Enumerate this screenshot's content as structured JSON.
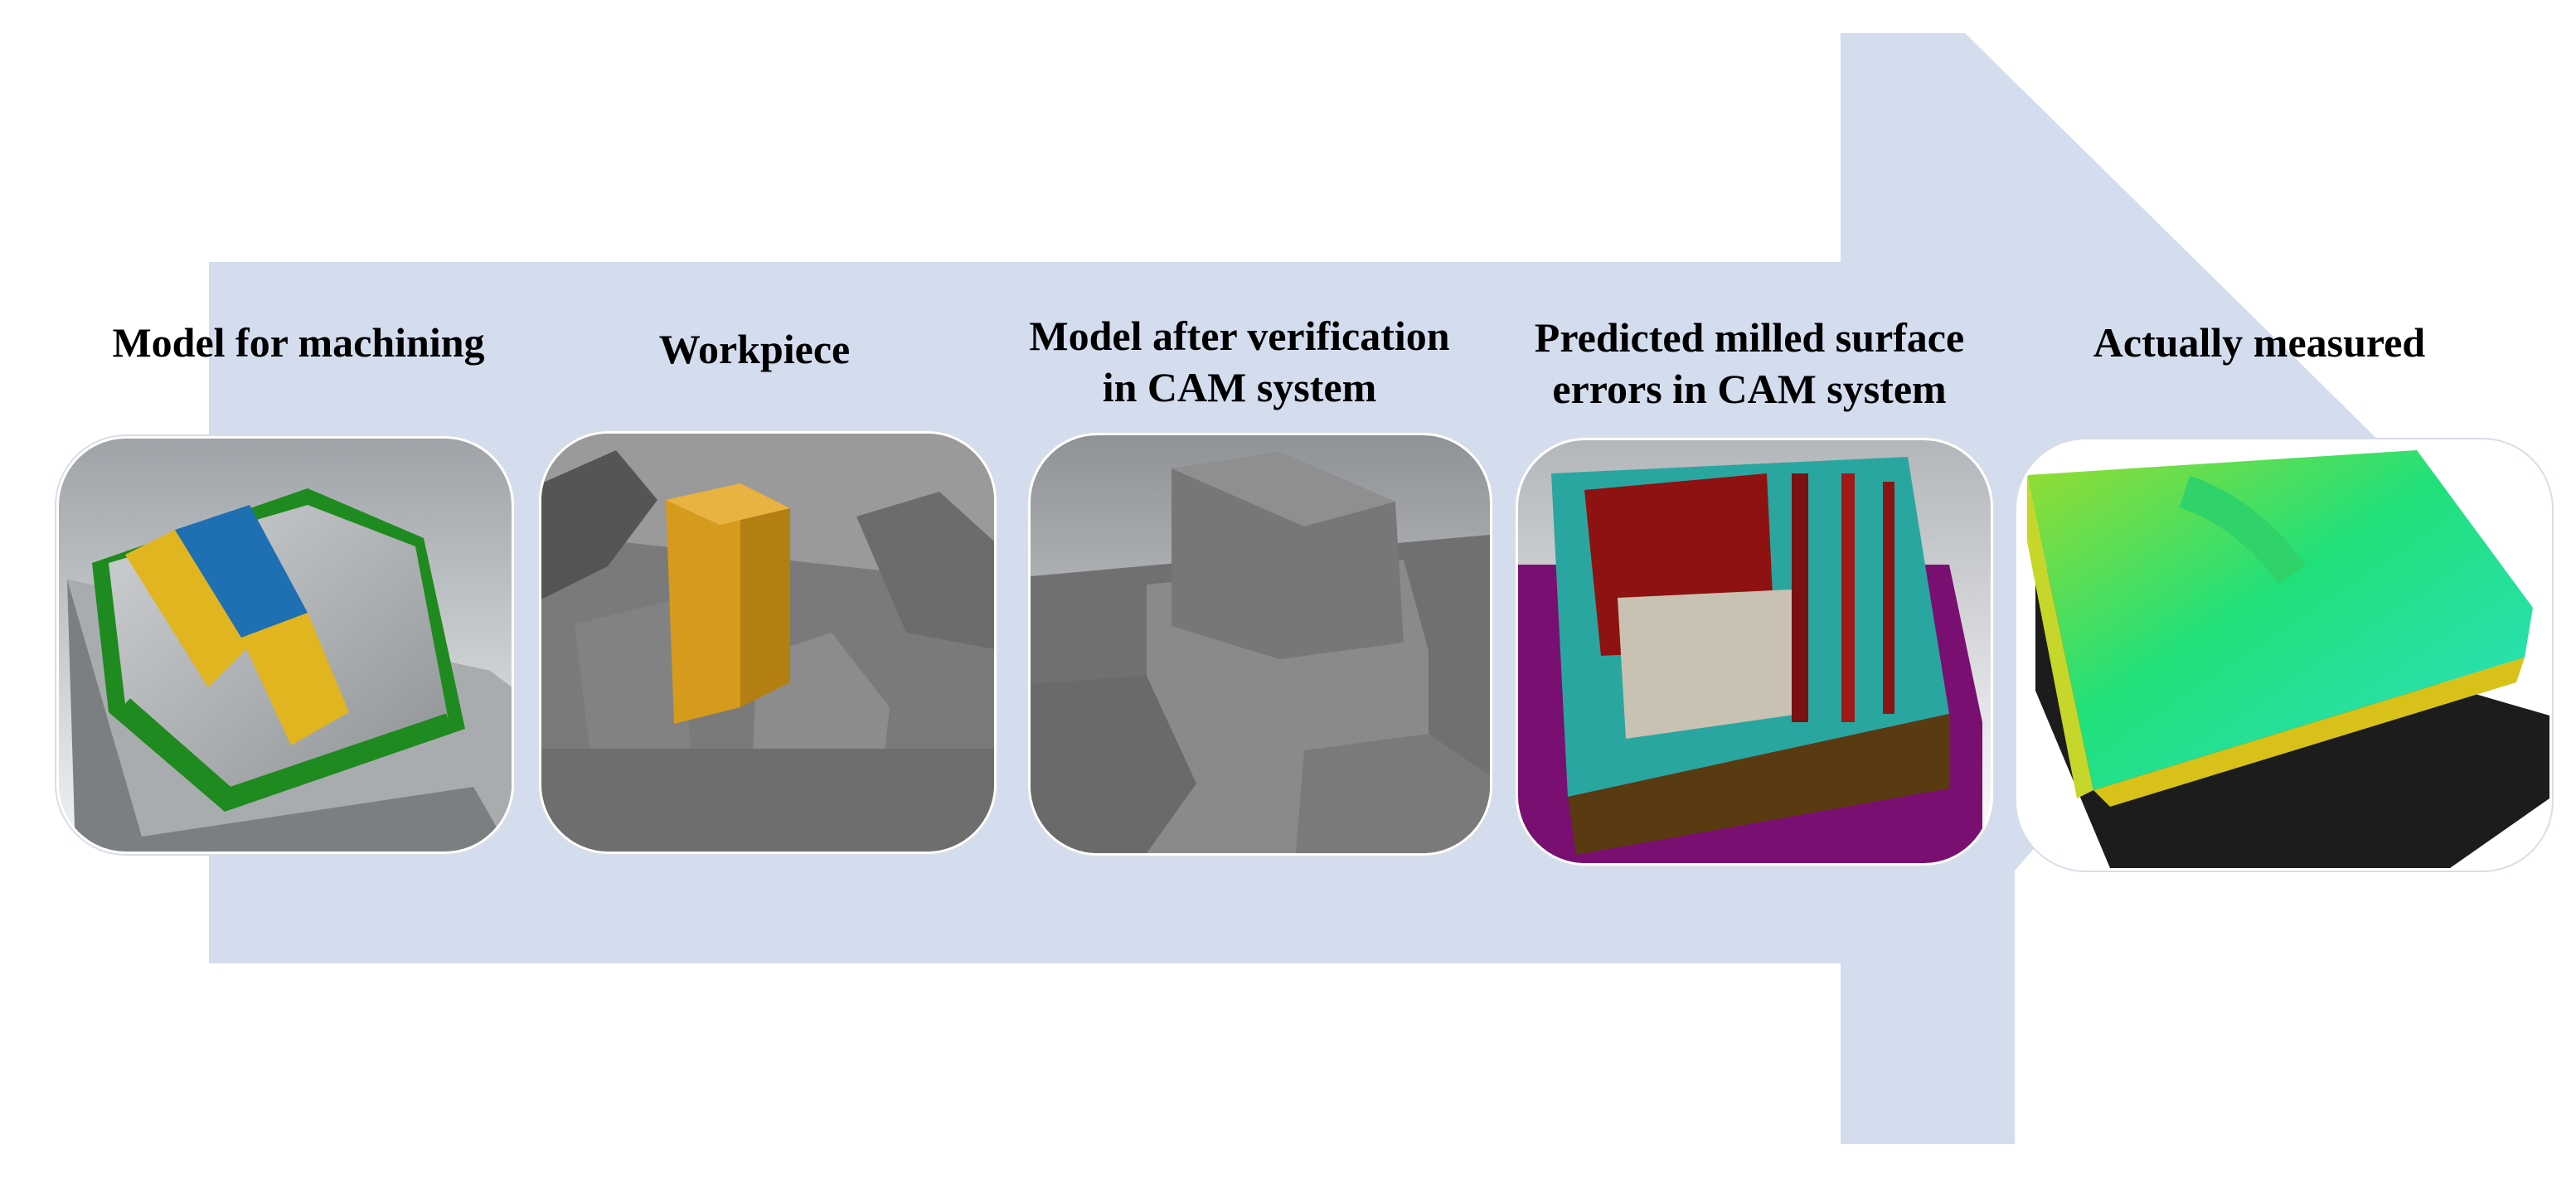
{
  "colors": {
    "arrow": "#d3ddee",
    "title_text": "#000000",
    "model_green": "#1f8a1f",
    "model_yellow": "#e0b51f",
    "model_blue": "#1f6fb3",
    "workpiece_orange": "#d69a1d",
    "fixture_purple": "#7a0f72"
  },
  "steps": [
    {
      "title": "Model for machining",
      "image": "cad-model-with-colored-faces"
    },
    {
      "title": "Workpiece",
      "image": "workpiece-in-fixture"
    },
    {
      "title": "Model after verification in CAM system",
      "title_lines": [
        "Model after verification",
        "in CAM system"
      ],
      "image": "verified-model"
    },
    {
      "title": "Predicted milled surface errors in CAM system",
      "title_lines": [
        "Predicted milled surface",
        "errors in CAM system"
      ],
      "image": "predicted-error-map"
    },
    {
      "title": "Actually measured",
      "image": "measured-deviation-map"
    }
  ]
}
